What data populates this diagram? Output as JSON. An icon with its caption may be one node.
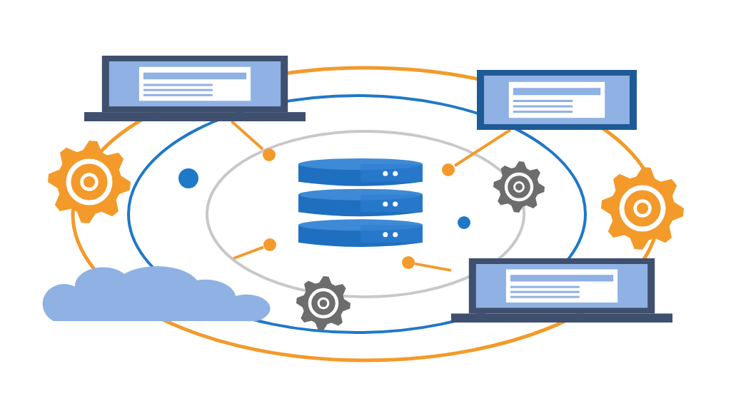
{
  "diagram": {
    "nodes": [
      {
        "text": [],
        "shape": "picture"
      },
      {
        "text": [],
        "shape": "picture"
      },
      {
        "text": [],
        "shape": "circle"
      },
      {
        "text": [],
        "shape": "cylinder"
      },
      {
        "text": [],
        "shape": "circle"
      },
      {
        "text": [],
        "shape": "circle"
      },
      {
        "text": [],
        "shape": "circle"
      },
      {
        "text": [],
        "shape": "cloud"
      },
      {
        "text": [],
        "shape": "picture"
      }
    ],
    "edges": [
      {
        "from": 0,
        "to": 2,
        "arrow": "none"
      },
      {
        "from": 1,
        "to": 4,
        "arrow": "none"
      },
      {
        "from": 7,
        "to": 5,
        "arrow": "none"
      },
      {
        "from": 6,
        "to": 8,
        "arrow": "none"
      }
    ]
  }
}
